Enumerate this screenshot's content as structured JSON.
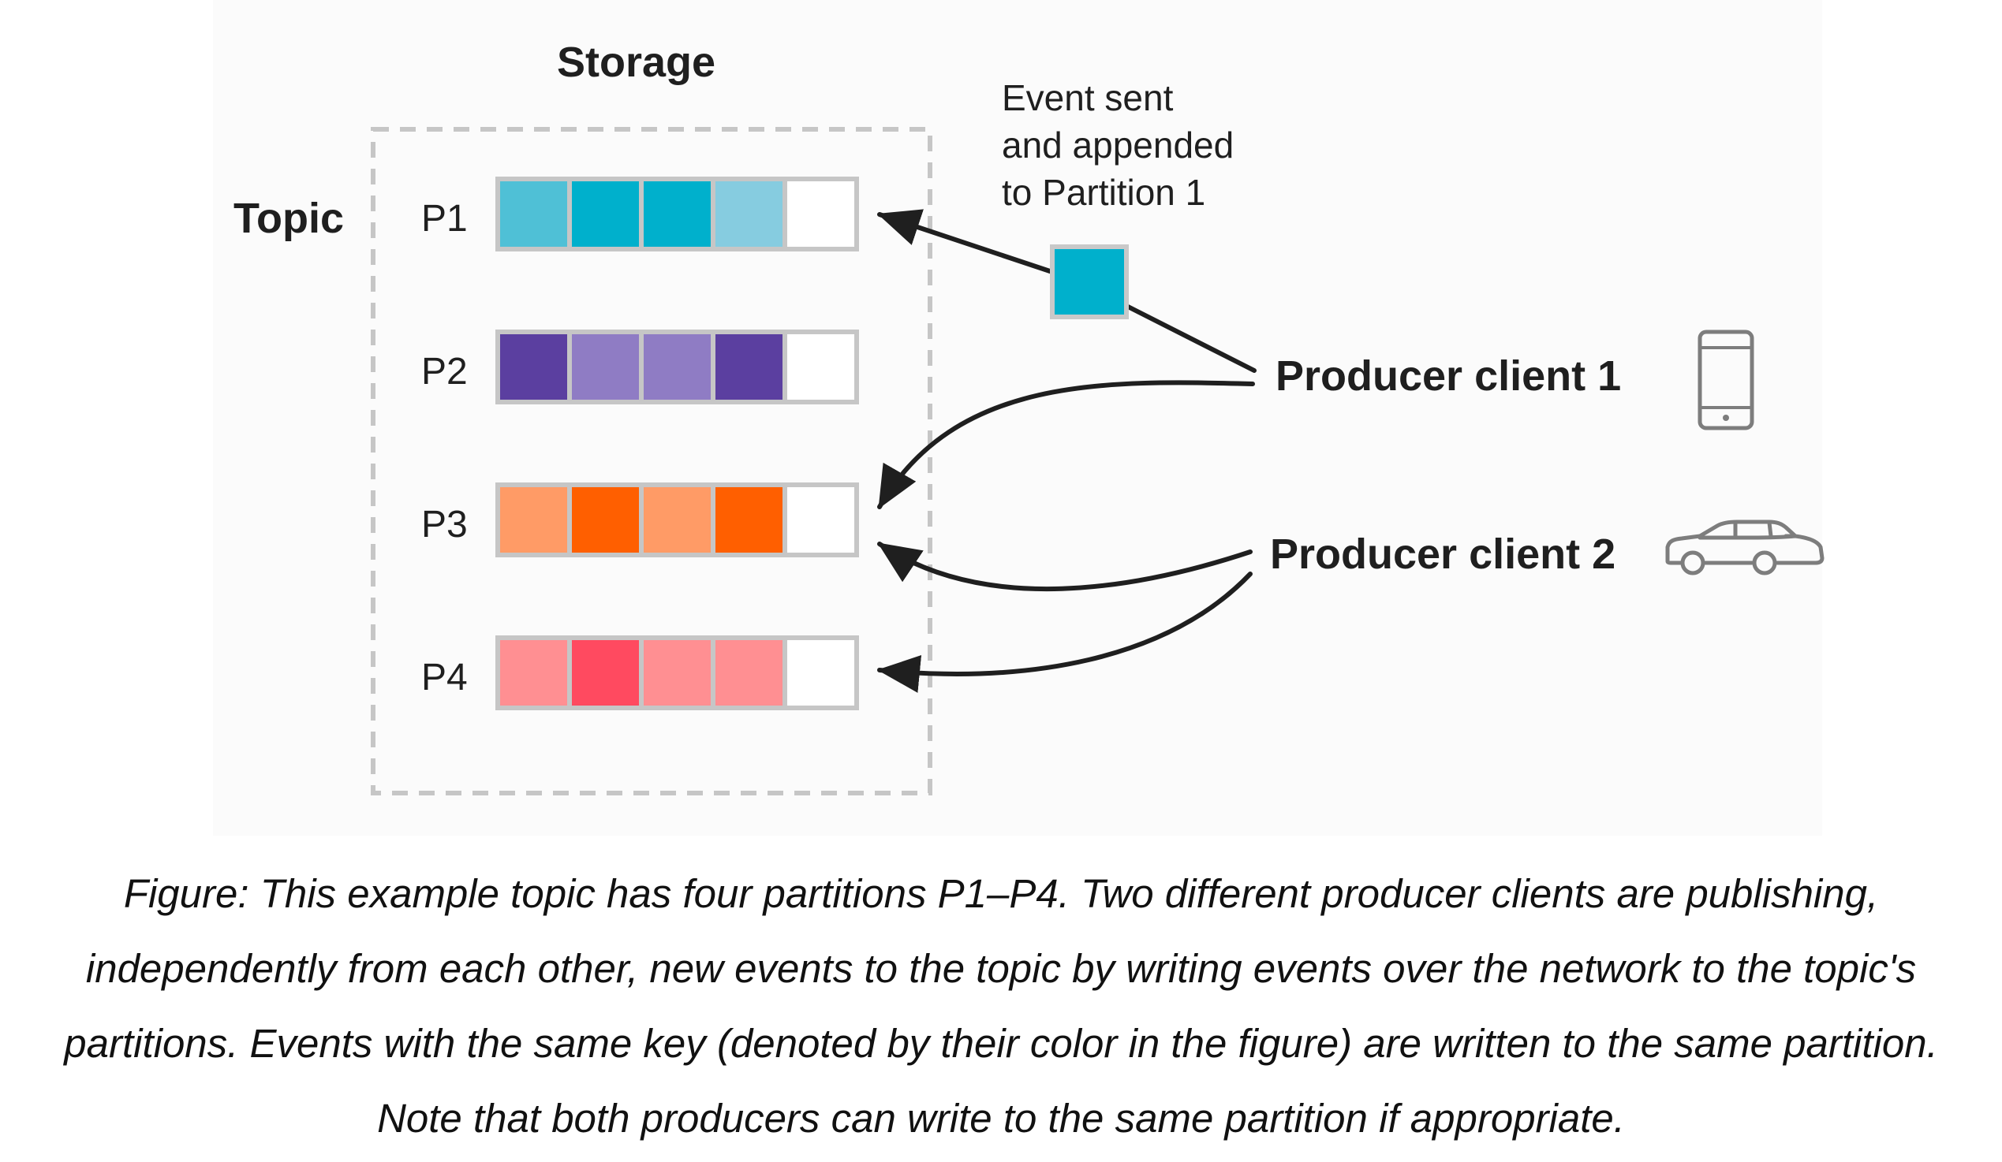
{
  "storage_title": "Storage",
  "topic_label": "Topic",
  "partitions": [
    {
      "label": "P1",
      "cells": [
        "#4fc0d6",
        "#00b0cc",
        "#00b0cc",
        "#86cce0",
        "#ffffff"
      ]
    },
    {
      "label": "P2",
      "cells": [
        "#5b3fa0",
        "#8f7cc4",
        "#8f7cc4",
        "#5b3fa0",
        "#ffffff"
      ]
    },
    {
      "label": "P3",
      "cells": [
        "#ff9b66",
        "#ff5f00",
        "#ff9b66",
        "#ff5f00",
        "#ffffff"
      ]
    },
    {
      "label": "P4",
      "cells": [
        "#ff8f92",
        "#ff4a60",
        "#ff8f92",
        "#ff8f92",
        "#ffffff"
      ]
    }
  ],
  "event_annotation": "Event sent\nand appended\nto Partition 1",
  "event_color": "#00b0cc",
  "producer1_label": "Producer client 1",
  "producer2_label": "Producer client 2",
  "producer1_icon": "phone-icon",
  "producer2_icon": "car-icon",
  "caption_lines": [
    "Figure: This example topic has four partitions P1–P4. Two different producer clients are publishing,",
    "independently from each other, new events to the topic by writing events over the network to the topic's",
    "partitions. Events with the same key (denoted by their color in the figure) are written to the same partition.",
    "Note that both producers can write to the same partition if appropriate."
  ]
}
